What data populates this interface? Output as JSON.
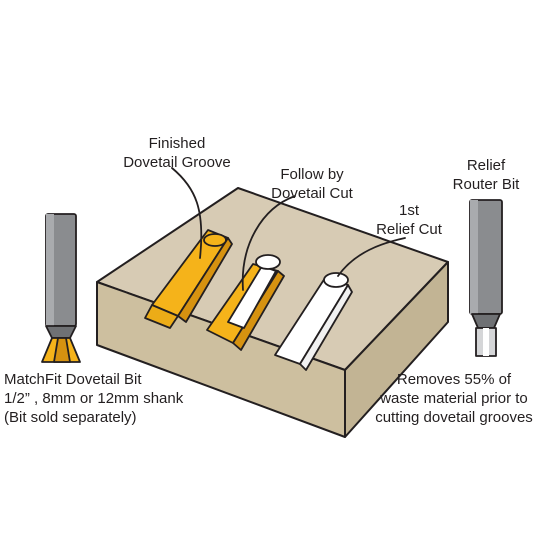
{
  "labels": {
    "finished_line1": "Finished",
    "finished_line2": "Dovetail Groove",
    "follow_line1": "Follow by",
    "follow_line2": "Dovetail Cut",
    "relief_cut_line1": "1st",
    "relief_cut_line2": "Relief Cut",
    "relief_bit_line1": "Relief",
    "relief_bit_line2": "Router Bit",
    "matchfit_line1": "MatchFit Dovetail Bit",
    "matchfit_line2": "1/2” , 8mm or 12mm shank",
    "matchfit_line3": "(Bit sold separately)",
    "removes_line1": "Removes 55% of",
    "removes_line2": "waste material prior to",
    "removes_line3": "cutting dovetail grooves"
  },
  "colors": {
    "wood": "#d7cbb4",
    "wood_edge": "#c4b79d",
    "gold": "#f5b31a",
    "gold_dark": "#d69210",
    "steel": "#8a8c8f",
    "steel_dark": "#5f6164",
    "outline": "#231f20"
  }
}
